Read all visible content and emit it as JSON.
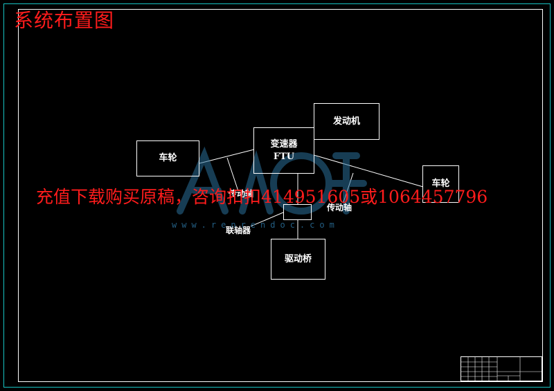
{
  "title": "系统布置图",
  "components": {
    "engine": "发动机",
    "transmission": "变速器",
    "transmission_sub": "FTU",
    "wheel_left": "车轮",
    "wheel_right": "车轮",
    "coupling": "",
    "drive_axle": "驱动桥"
  },
  "labels": {
    "shaft_left": "传动轴",
    "shaft_right": "传动轴",
    "coupling": "联轴器"
  },
  "watermark": {
    "url": "www.renrendoc.com",
    "banner": "充值下载购买原稿，咨询扣扣414951605或1064457796"
  },
  "colors": {
    "background": "#000000",
    "frame_outer": "#17c4c4",
    "lines": "#ffffff",
    "title": "#ff1c1c",
    "banner": "#ff1c1c",
    "watermark": "#2a6f9a"
  }
}
